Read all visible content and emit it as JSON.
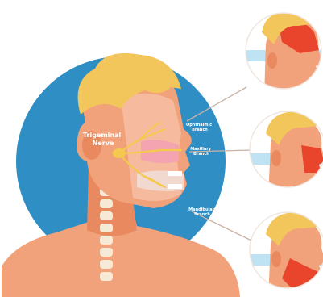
{
  "diagram": {
    "labels": {
      "trigeminal": [
        "Trigeminal",
        "Nerve"
      ],
      "ophthalmic": [
        "Ophthalmic",
        "Branch"
      ],
      "maxillary": [
        "Maxillary",
        "Branch"
      ],
      "mandibular": [
        "Mandibular",
        "Branch"
      ]
    },
    "colors": {
      "background_circle": "#2f8fc4",
      "hair": "#f2c65a",
      "skin": "#f1a27a",
      "neck": "#e9895f",
      "spine": "#f6ead7",
      "nerve": "#f4c94e",
      "highlight": "#e8452c",
      "inset_sky": "#bfe3f2"
    },
    "insets": [
      "ophthalmic",
      "maxillary",
      "mandibular"
    ]
  }
}
